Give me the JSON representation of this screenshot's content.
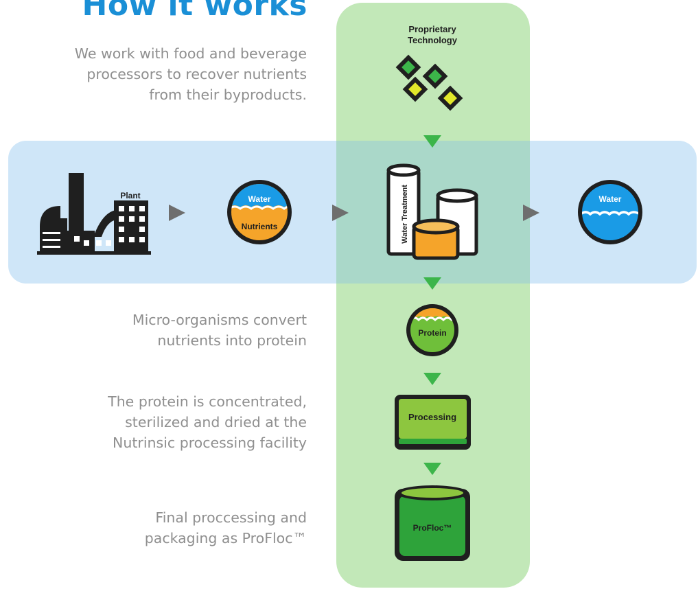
{
  "title": "How it works",
  "colors": {
    "title": "#1a8fd6",
    "description": "#8f8f8f",
    "band_fill": "#cfe6f8",
    "column_fill": "#c2e8b8",
    "overlap_fill": "#aad8c9",
    "water_blue": "#1a9be6",
    "nutrient_orange": "#f5a42a",
    "protein_green": "#6fbf3a",
    "processing_green": "#8dc63f",
    "profloc_green": "#2ea33a",
    "arrow_gray": "#6e6e6e",
    "arrow_green": "#3cb54a",
    "outline": "#1f1f1f",
    "tech_green": "#3cb54a",
    "tech_yellow": "#e2e82a"
  },
  "descriptions": {
    "intro": [
      "We work with food and beverage",
      "processors to recover nutrients",
      "from their byproducts."
    ],
    "micro": [
      "Micro-organisms convert",
      "nutrients into protein"
    ],
    "concentrate": [
      "The protein is concentrated,",
      "sterilized and dried at the",
      "Nutrinsic processing facility"
    ],
    "final": [
      "Final proccessing and",
      "packaging as ProFloc™"
    ]
  },
  "nodes": {
    "technology": [
      "Proprietary",
      "Technology"
    ],
    "plant": "Plant",
    "water_in": "Water",
    "nutrients": "Nutrients",
    "treatment": "Water Treatment",
    "water_out": "Water",
    "protein": "Protein",
    "processing": "Processing",
    "profloc": "ProFloc™"
  },
  "icons": {
    "technology": "diamond-cluster-icon",
    "plant": "factory-icon",
    "water_nutrients": "water-nutrients-circle-icon",
    "treatment": "water-treatment-tanks-icon",
    "water_out": "clean-water-circle-icon",
    "protein": "protein-circle-icon",
    "processing": "processing-box-icon",
    "profloc": "profloc-barrel-icon"
  }
}
